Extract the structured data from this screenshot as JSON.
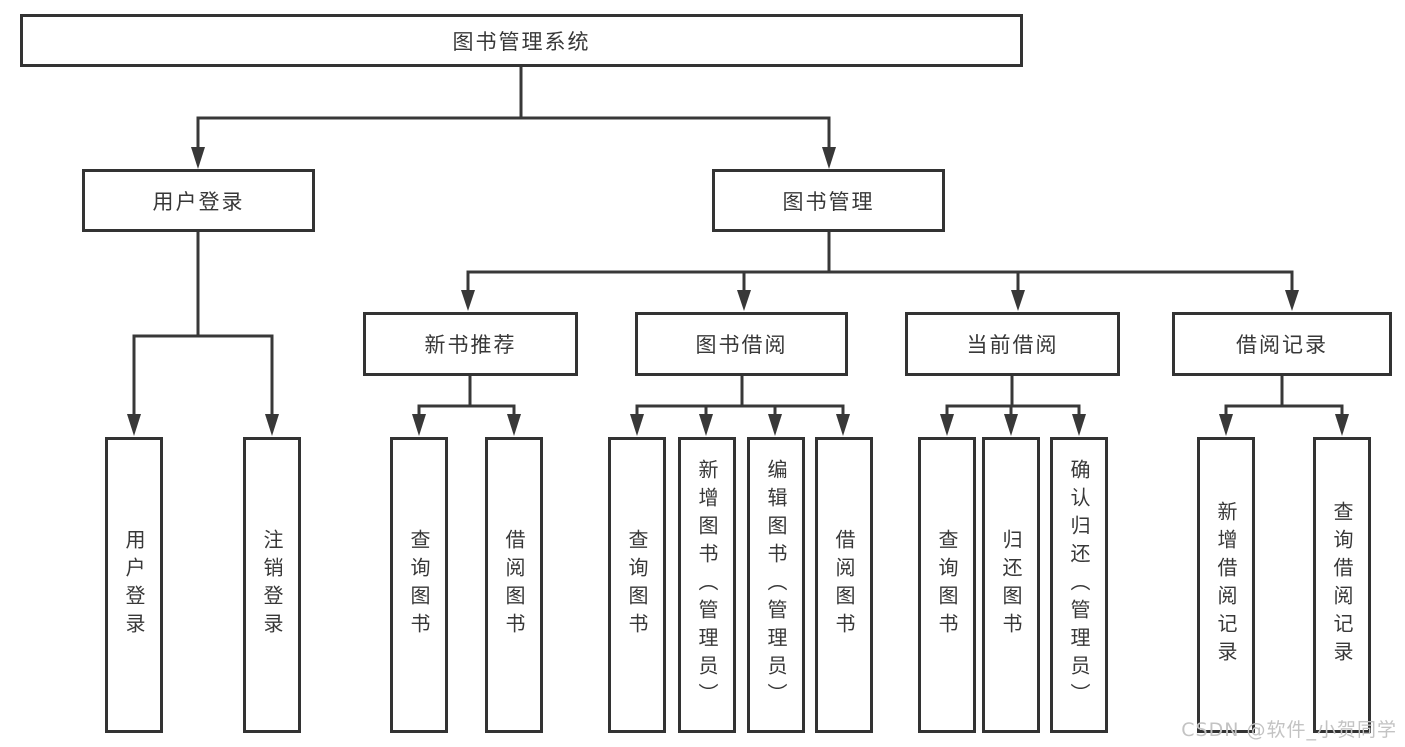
{
  "diagram": {
    "root": {
      "label": "图书管理系统"
    },
    "user_login": {
      "label": "用户登录",
      "children": {
        "login": {
          "label": "用户登录"
        },
        "logout": {
          "label": "注销登录"
        }
      }
    },
    "book_mgmt": {
      "label": "图书管理",
      "children": {
        "new_books": {
          "label": "新书推荐",
          "children": {
            "query_books": {
              "label": "查询图书"
            },
            "borrow_books": {
              "label": "借阅图书"
            }
          }
        },
        "book_borrow": {
          "label": "图书借阅",
          "children": {
            "query_books": {
              "label": "查询图书"
            },
            "add_books": {
              "label": "新增图书（管理员）"
            },
            "edit_books": {
              "label": "编辑图书（管理员）"
            },
            "borrow_books": {
              "label": "借阅图书"
            }
          }
        },
        "current_borrow": {
          "label": "当前借阅",
          "children": {
            "query_books": {
              "label": "查询图书"
            },
            "return_books": {
              "label": "归还图书"
            },
            "confirm_return": {
              "label": "确认归还（管理员）"
            }
          }
        },
        "borrow_records": {
          "label": "借阅记录",
          "children": {
            "add_record": {
              "label": "新增借阅记录"
            },
            "query_record": {
              "label": "查询借阅记录"
            }
          }
        }
      }
    }
  },
  "watermark": {
    "text": "CSDN @软件_小贺同学"
  },
  "colors": {
    "line": "#383838",
    "box_border": "#333333",
    "text": "#383838",
    "background": "#ffffff",
    "watermark": "#c3c3c3"
  }
}
